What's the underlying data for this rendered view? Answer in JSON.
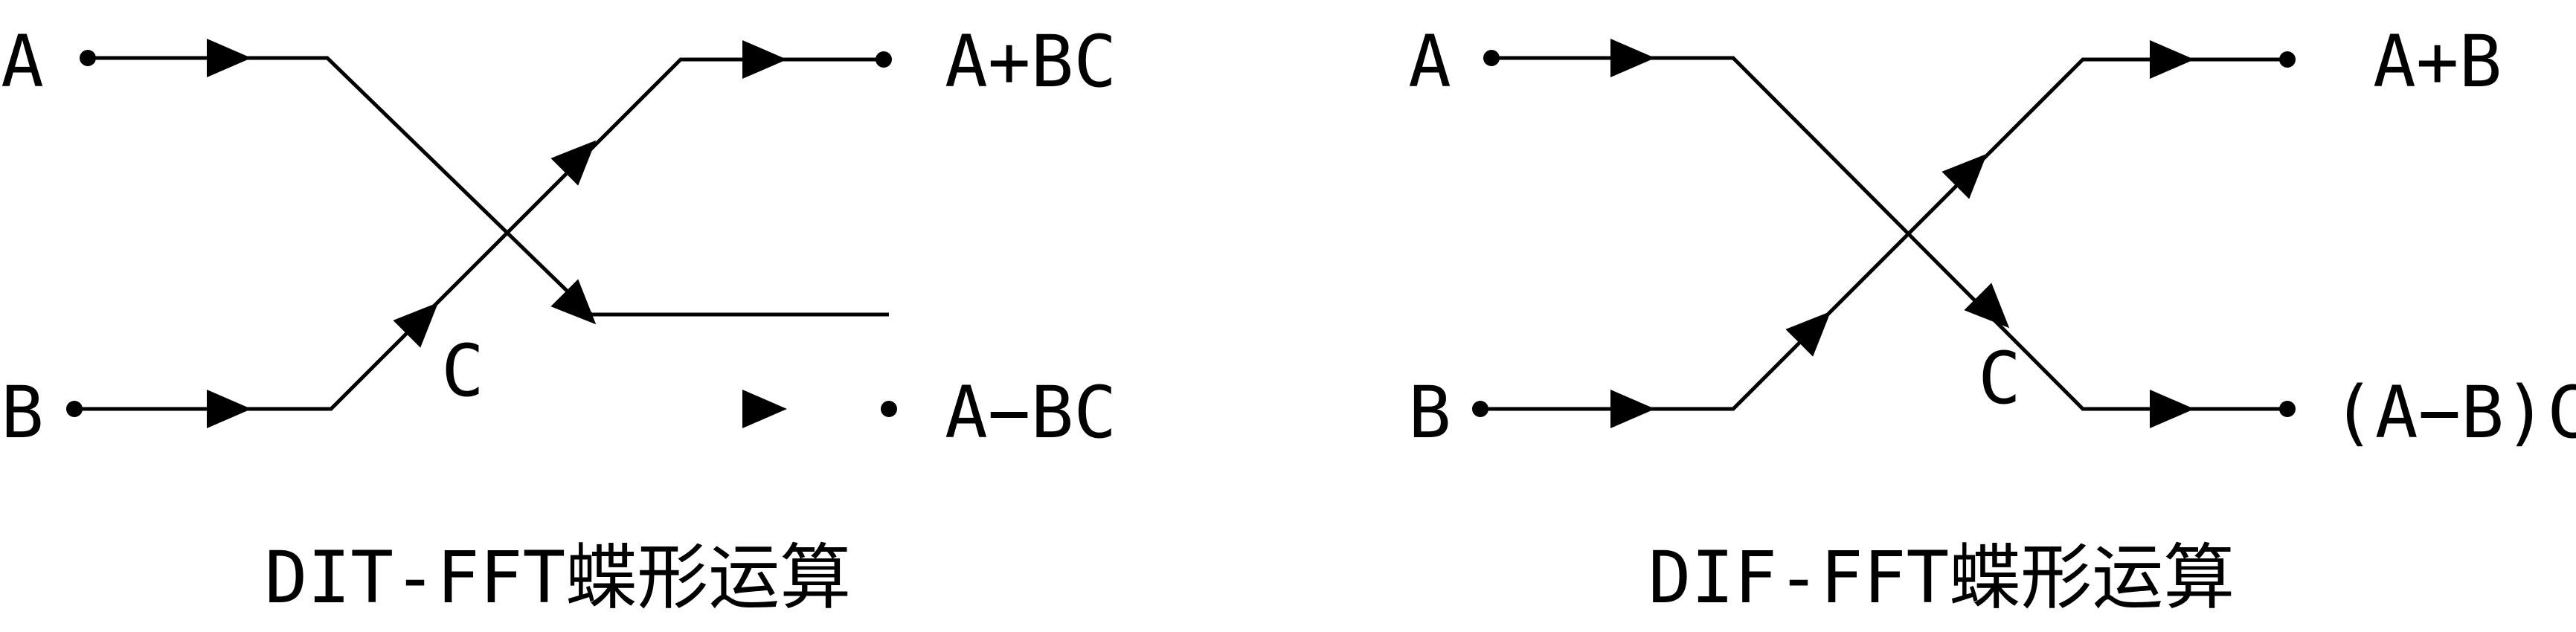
{
  "colors": {
    "stroke": "#000000",
    "background": "#ffffff"
  },
  "dit": {
    "input_a": "A",
    "input_b": "B",
    "factor": "C",
    "output_top": "A+BC",
    "output_bottom": "A−BC",
    "caption": "DIT-FFT蝶形运算"
  },
  "dif": {
    "input_a": "A",
    "input_b": "B",
    "factor": "C",
    "output_top": "A+B",
    "output_bottom": "(A−B)C",
    "caption": "DIF-FFT蝶形运算"
  }
}
